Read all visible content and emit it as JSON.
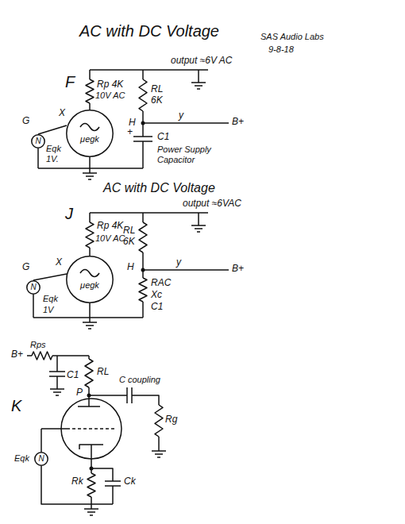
{
  "diagram": {
    "title": "AC with DC Voltage",
    "nodes": [
      {
        "text": [
          "μegk"
        ]
      },
      {
        "text": [
          "N"
        ]
      },
      {
        "text": [
          "μegk"
        ]
      },
      {
        "text": [
          "N"
        ]
      },
      {
        "text": [
          "N"
        ]
      }
    ],
    "labels": [
      "SAS Audio Labs",
      "9-8-18",
      "F",
      "Rp 4K",
      "10V AC",
      "RL",
      "6K",
      "output ≈6V AC",
      "X",
      "H",
      "y",
      "B+",
      "+",
      "C1",
      "Power Supply Capacitor",
      "G",
      "Eqk",
      "1V.",
      "AC with DC Voltage",
      "J",
      "Rp 4K",
      "10V AC",
      "RL",
      "6K",
      "output ≈6VAC",
      "G",
      "X",
      "H",
      "y",
      "B+",
      "RAC",
      "Xc",
      "C1",
      "Eqk",
      "1V",
      "B+",
      "Rps",
      "C1",
      "RL",
      "P",
      "C coupling",
      "Rg",
      "K",
      "Eqk",
      "Rk",
      "Ck"
    ]
  }
}
